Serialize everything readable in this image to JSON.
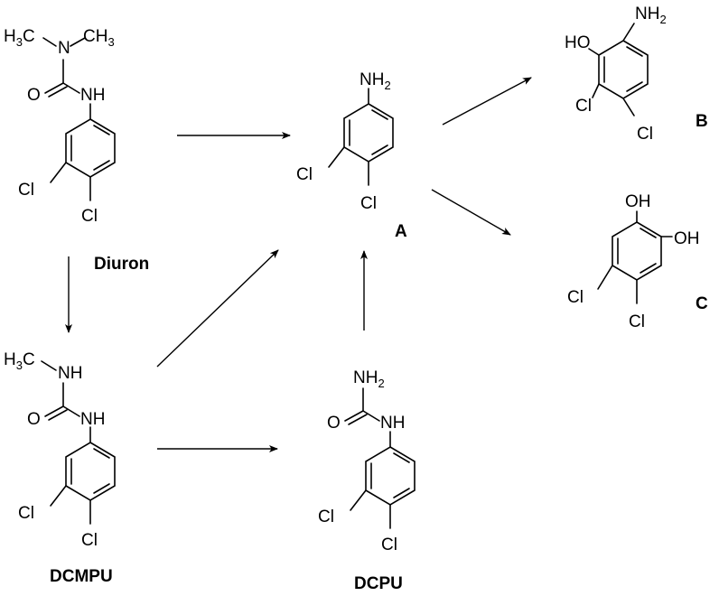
{
  "molecules": {
    "diuron": {
      "name": "Diuron",
      "h3c_left": "H",
      "h3c_left_sub": "3",
      "h3c_left_c": "C",
      "n": "N",
      "ch3_right": "CH",
      "ch3_right_sub": "3",
      "o": "O",
      "nh": "NH",
      "cl1": "Cl",
      "cl2": "Cl"
    },
    "dcmpu": {
      "name": "DCMPU",
      "h3c": "H",
      "h3c_sub": "3",
      "h3c_c": "C",
      "nh_top": "NH",
      "o": "O",
      "nh": "NH",
      "cl1": "Cl",
      "cl2": "Cl"
    },
    "dcpu": {
      "name": "DCPU",
      "nh2": "NH",
      "nh2_sub": "2",
      "o": "O",
      "nh": "NH",
      "cl1": "Cl",
      "cl2": "Cl"
    },
    "a": {
      "name": "A",
      "nh2": "NH",
      "nh2_sub": "2",
      "cl1": "Cl",
      "cl2": "Cl"
    },
    "b": {
      "name": "B",
      "nh2": "NH",
      "nh2_sub": "2",
      "ho": "HO",
      "cl1": "Cl",
      "cl2": "Cl"
    },
    "c": {
      "name": "C",
      "oh1": "OH",
      "oh2": "OH",
      "cl1": "Cl",
      "cl2": "Cl"
    }
  },
  "reactions": [
    {
      "from": "Diuron",
      "to": "A"
    },
    {
      "from": "Diuron",
      "to": "DCMPU"
    },
    {
      "from": "DCMPU",
      "to": "A"
    },
    {
      "from": "DCMPU",
      "to": "DCPU"
    },
    {
      "from": "DCPU",
      "to": "A"
    },
    {
      "from": "A",
      "to": "B"
    },
    {
      "from": "A",
      "to": "C"
    }
  ]
}
